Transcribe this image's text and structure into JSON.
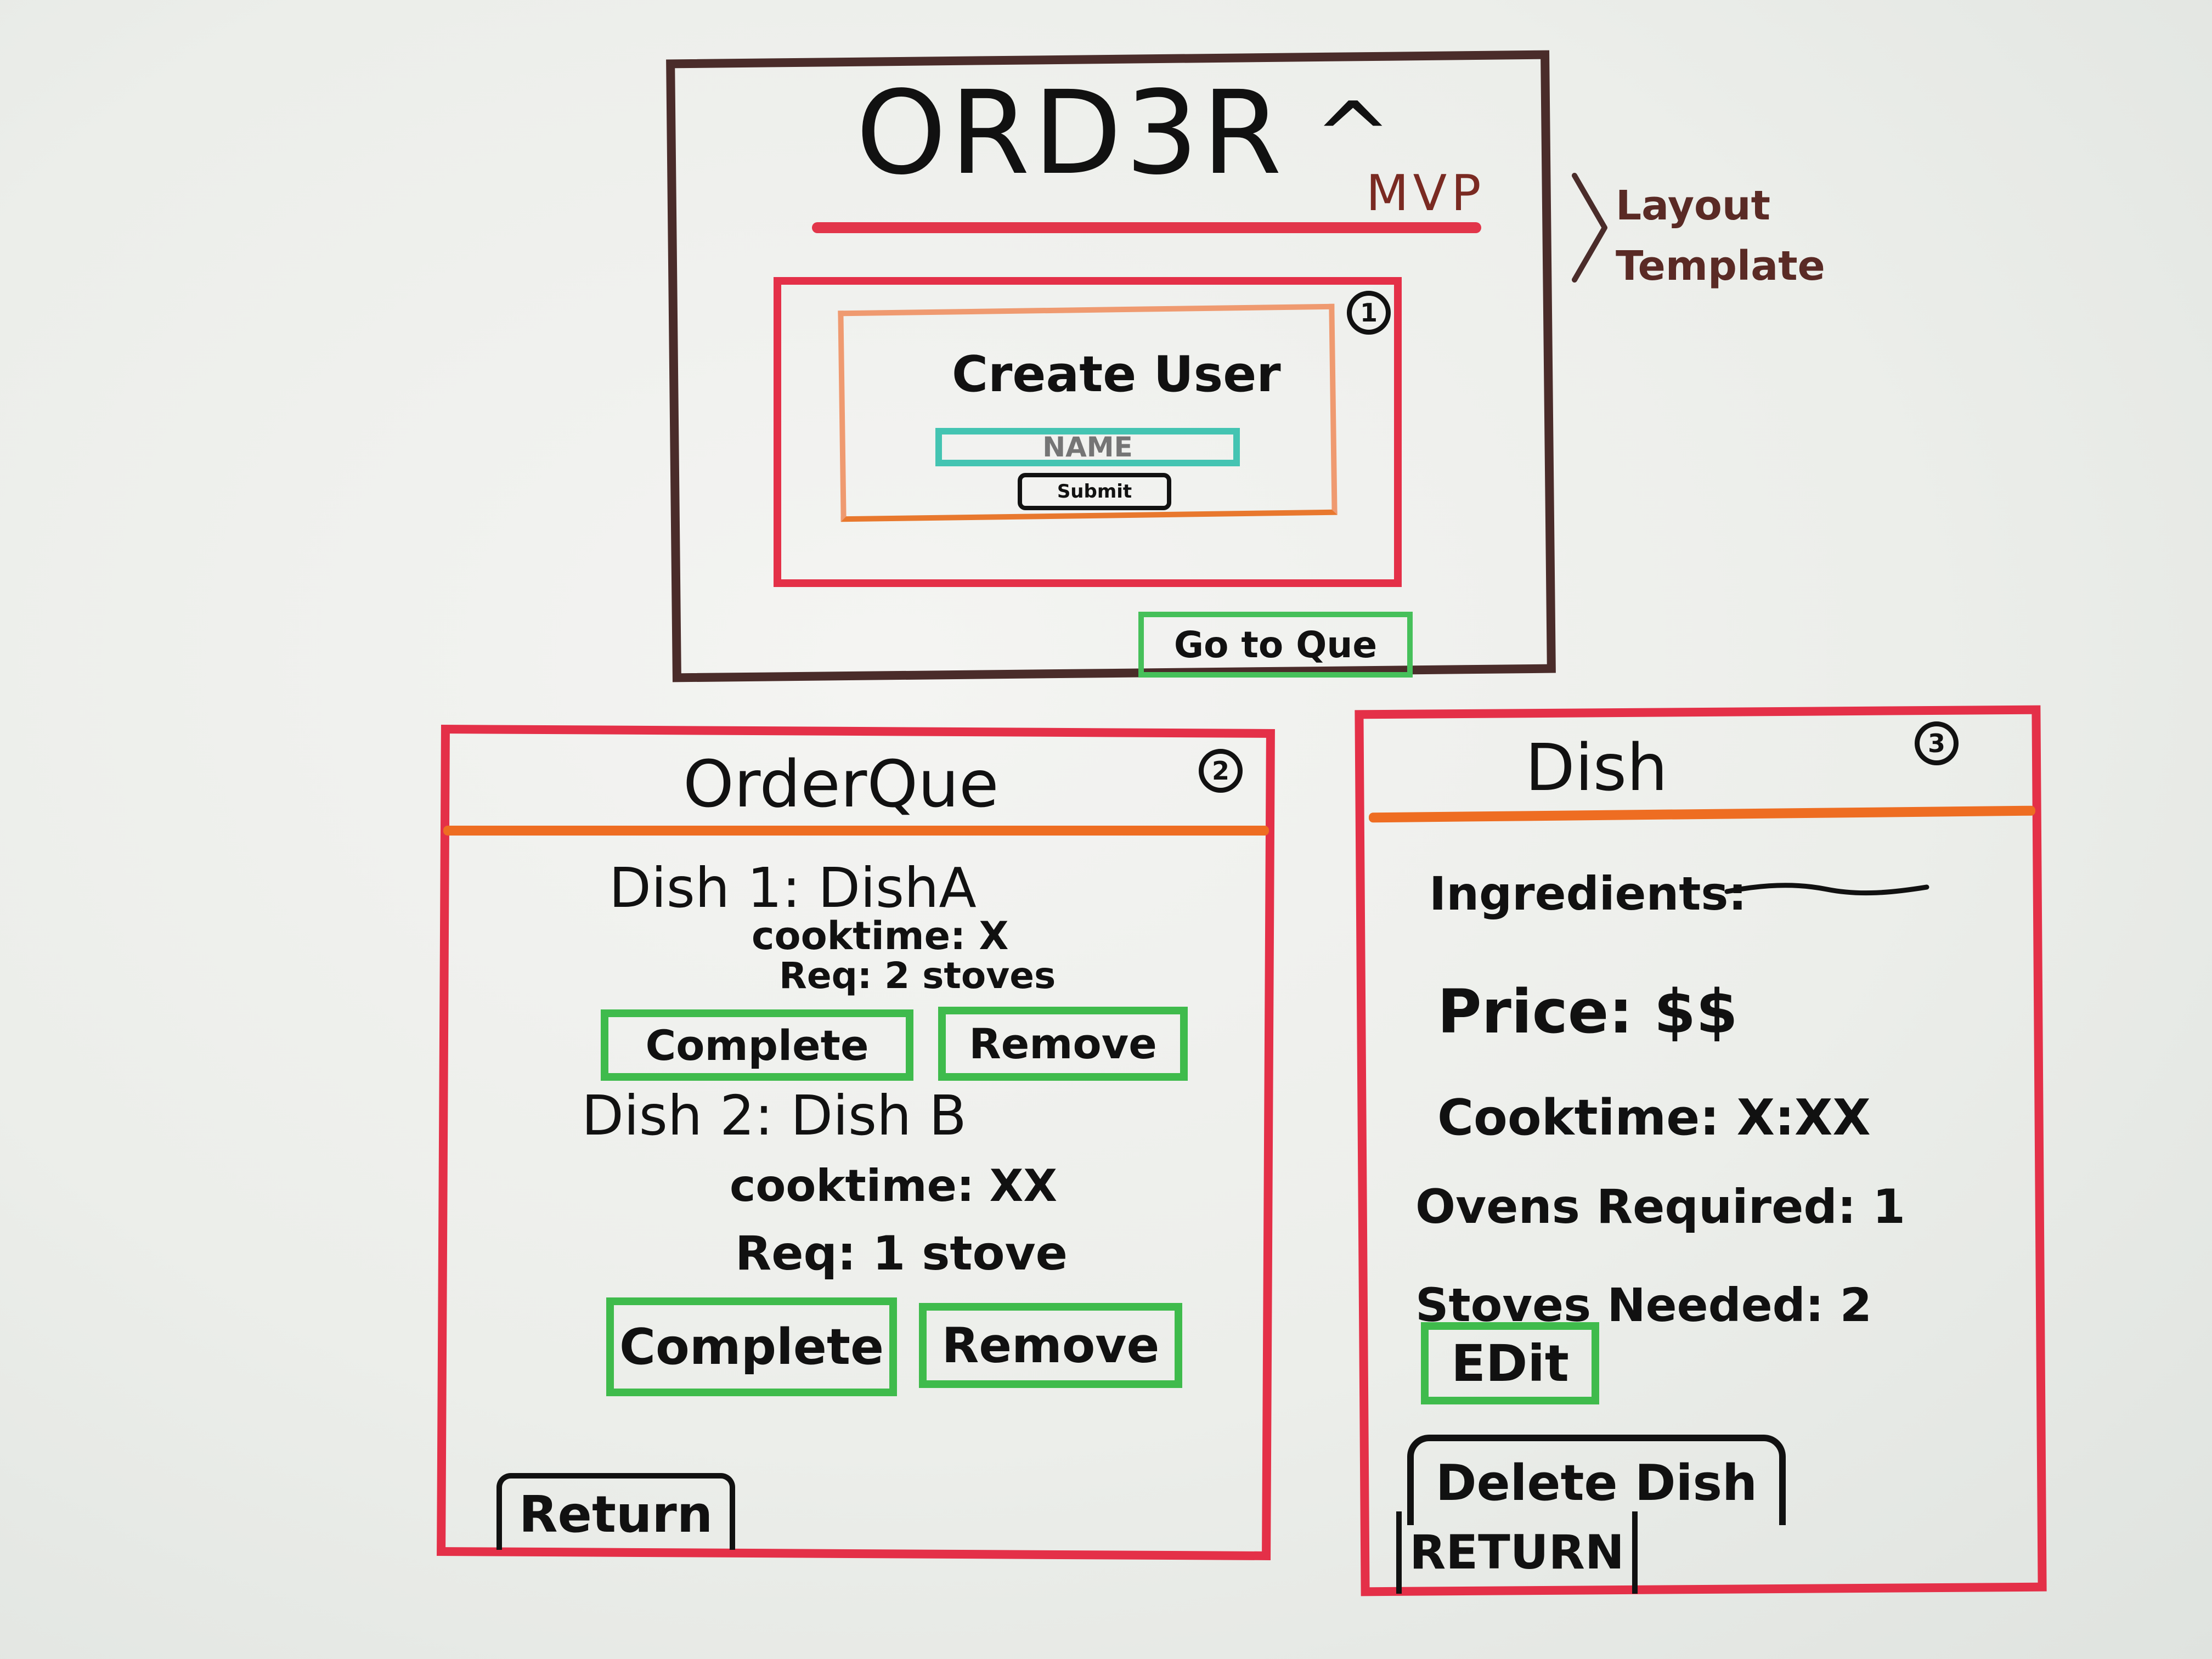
{
  "layout": {
    "brand": "ORD3R",
    "brand_caret": "^",
    "mvp": "MVP",
    "create_user_title": "Create User",
    "name_placeholder": "NAME",
    "submit_label": "Submit",
    "goto_queue_label": "Go to Que",
    "badge": "1",
    "annotation": "Layout\nTemplate"
  },
  "orderque": {
    "title": "OrderQue",
    "badge": "2",
    "dishes": [
      {
        "heading": "Dish 1: DishA",
        "cooktime": "cooktime: X",
        "req": "Req: 2 stoves",
        "complete_label": "Complete",
        "remove_label": "Remove"
      },
      {
        "heading": "Dish 2: Dish B",
        "cooktime": "cooktime: XX",
        "req": "Req: 1 stove",
        "complete_label": "Complete",
        "remove_label": "Remove"
      }
    ],
    "return_label": "Return"
  },
  "dish": {
    "title": "Dish",
    "badge": "3",
    "ingredients": "Ingredients:",
    "price": "Price: $$",
    "cooktime": "Cooktime: X:XX",
    "ovens": "Ovens Required: 1",
    "stoves": "Stoves Needed: 2",
    "edit_label": "EDit",
    "delete_label": "Delete Dish",
    "return_label": "RETURN"
  },
  "colors": {
    "frame_brown": "#4a2c2a",
    "panel_red": "#e43048",
    "divider_orange": "#ee6d22",
    "button_green": "#3fbb4c",
    "name_teal": "#44c4b2",
    "form_peach": "#ef9a70"
  }
}
